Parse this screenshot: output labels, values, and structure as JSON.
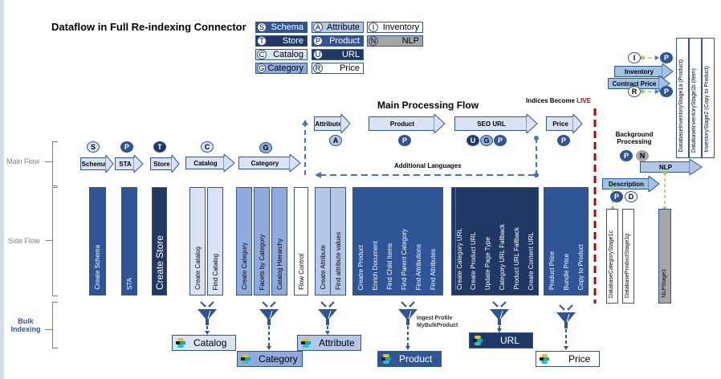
{
  "title": "Dataflow in Full Re-indexing Connector",
  "legend": [
    {
      "letter": "S",
      "label": "Schema",
      "bg": "#2f5597",
      "fg": "#ffffff"
    },
    {
      "letter": "T",
      "label": "Store",
      "bg": "#203864",
      "fg": "#ffffff"
    },
    {
      "letter": "C",
      "label": "Catalog",
      "bg": "#dae3f3",
      "fg": "#000000"
    },
    {
      "letter": "G",
      "label": "Category",
      "bg": "#8faadc",
      "fg": "#000000"
    },
    {
      "letter": "A",
      "label": "Attribute",
      "bg": "#b4c7e7",
      "fg": "#000000"
    },
    {
      "letter": "P",
      "label": "Product",
      "bg": "#2f5597",
      "fg": "#ffffff"
    },
    {
      "letter": "U",
      "label": "URL",
      "bg": "#203864",
      "fg": "#ffffff"
    },
    {
      "letter": "R",
      "label": "Price",
      "bg": "#ffffff",
      "fg": "#000000"
    },
    {
      "letter": "I",
      "label": "Inventory",
      "bg": "#ffffff",
      "fg": "#000000"
    },
    {
      "letter": "N",
      "label": "NLP",
      "bg": "#a6a6a6",
      "fg": "#000000"
    }
  ],
  "sections": {
    "main_flow": "Main Flow",
    "side_flow": "Side Flow",
    "bulk_indexing": "Bulk Indexing"
  },
  "main_processing_flow": "Main Processing Flow",
  "indices_become": "Indices Become",
  "live": "LIVE",
  "additional_languages": "Additional Languages",
  "background_processing": "Background Processing",
  "main_arrows": [
    {
      "label": "Schema",
      "badge": "S"
    },
    {
      "label": "STA",
      "badge": "P"
    },
    {
      "label": "Store",
      "badge": "T"
    },
    {
      "label": "Catalog",
      "badge": "C"
    },
    {
      "label": "Category",
      "badge": "G"
    },
    {
      "label": "Attribute",
      "badge": "A"
    },
    {
      "label": "Product",
      "badge": "P"
    },
    {
      "label": "SEO URL",
      "badges": [
        "U",
        "G",
        "P"
      ]
    },
    {
      "label": "Price",
      "badge": "P"
    }
  ],
  "side_columns": {
    "schema": [
      "Create Schema"
    ],
    "sta": [
      "STA"
    ],
    "store": [
      "Create Store"
    ],
    "catalog": [
      "Create Catalog",
      "Find Catalog"
    ],
    "category": [
      "Create Category",
      "Facets by Category",
      "Catalog Hierarchy"
    ],
    "flow": [
      "Flow Control"
    ],
    "attribute": [
      "Create Attribute",
      "Find attribute values"
    ],
    "product": [
      "Creatre Product",
      "Enrich Document",
      "Find Child Items",
      "Find Parent Category",
      "Find Attributions",
      "Find Attributes"
    ],
    "url": [
      "Create Category URL",
      "Create Product URL",
      "Update Page Type",
      "Category URL Fallback",
      "Product URL Fallback",
      "Create Content URL"
    ],
    "price": [
      "Product Price",
      "Bundle Price",
      "Copy to Product"
    ]
  },
  "background": {
    "inventory_arrow": "Inventory",
    "contract_price_arrow": "Contract Price",
    "nlp_arrow": "NLP",
    "description_arrow": "Description",
    "inventory_stages": [
      "DatabaseInventoryStage1a (Product)",
      "DatabaseInventoryStage1b (Item)",
      "InventoryStage2 (Copy to Product)"
    ],
    "description_stages": [
      "DatabaseCategoryStage1c",
      "DatabaseProductStage1g"
    ],
    "nlp_stage": "NLPStage1",
    "badges_top": [
      "I",
      "P",
      "R",
      "P"
    ],
    "badges_bp": [
      "P",
      "N"
    ],
    "badges_desc": [
      "P",
      "D"
    ]
  },
  "indices": {
    "catalog": "Catalog",
    "category": "Category",
    "attribute": "Attribute",
    "product": "Product",
    "url": "URL",
    "price": "Price"
  },
  "ingest_profile": "Ingest Profile",
  "ingest_profile_name": "MyBulkProduct",
  "colors": {
    "dark_blue": "#203864",
    "blue": "#2f5597",
    "mid_blue": "#8faadc",
    "light_blue": "#b4c7e7",
    "pale_blue": "#dae3f3",
    "grey": "#a6a6a6",
    "live_red": "#c00000",
    "green_dot": "#92d050"
  }
}
